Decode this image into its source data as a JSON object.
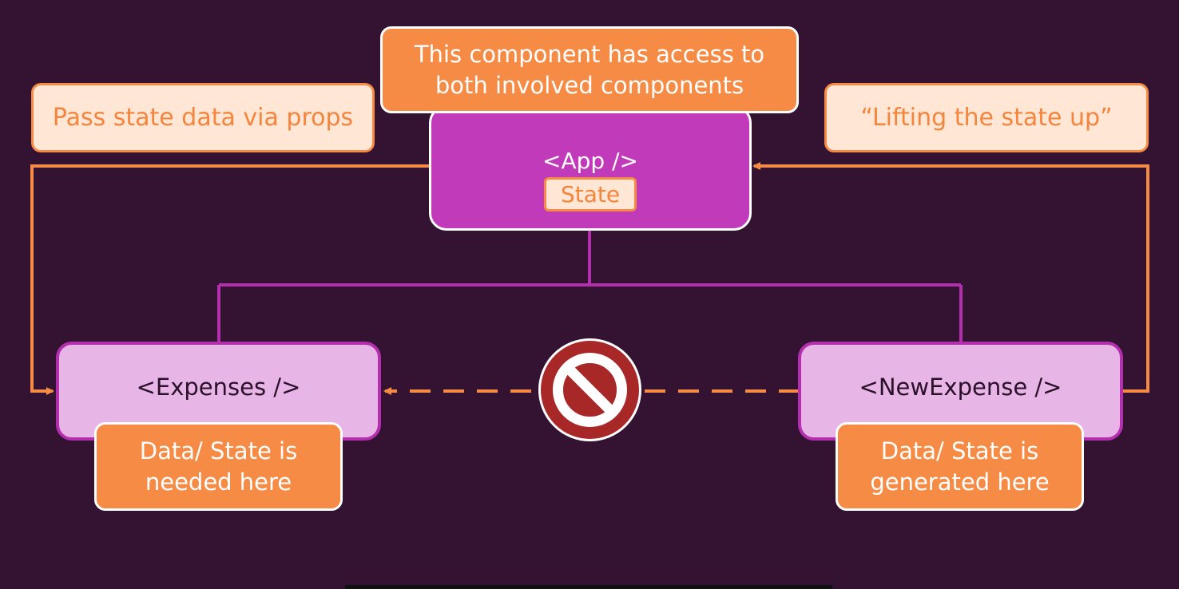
{
  "app_component": {
    "name": "<App />",
    "state_label": "State"
  },
  "expenses_component": {
    "name": "<Expenses />"
  },
  "new_expense_component": {
    "name": "<NewExpense />"
  },
  "notes": {
    "access_note": "This component has access to both involved components",
    "pass_props_note": "Pass state data via props",
    "lifting_note": "“Lifting the state up”",
    "needed_note": "Data/ State is needed here",
    "generated_note": "Data/ State is generated here"
  },
  "icons": {
    "blocked": "prohibited-icon"
  },
  "colors": {
    "background": "#331232",
    "orange": "#f58b44",
    "magenta": "#b32fae",
    "app_fill": "#c13ab9",
    "child_fill": "#e8b6e6",
    "prohibit_red": "#a82727"
  }
}
